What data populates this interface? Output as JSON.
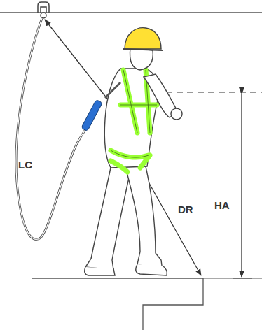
{
  "diagram": {
    "labels": [
      "LC",
      "HA",
      "DR"
    ]
  }
}
